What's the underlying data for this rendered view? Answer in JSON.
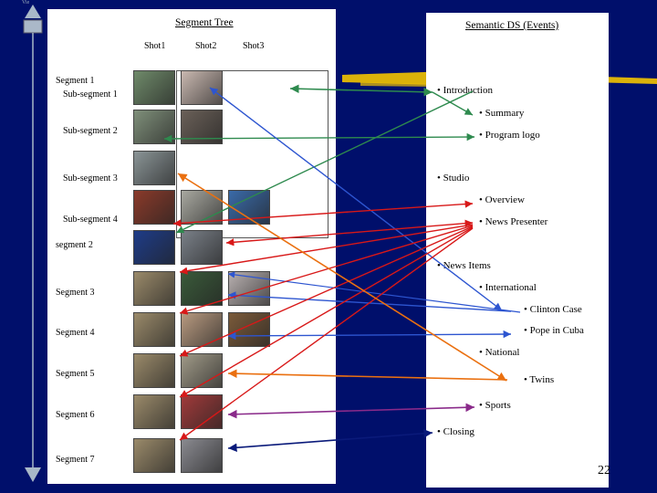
{
  "top_label": "Vie",
  "page_number": "22",
  "segment_tree": {
    "title": "Segment Tree",
    "shot_headers": [
      "Shot1",
      "Shot2",
      "Shot3"
    ],
    "rows": [
      {
        "label": "Segment 1",
        "indent": false
      },
      {
        "label": "Sub-segment 1",
        "indent": true
      },
      {
        "label": "Sub-segment 2",
        "indent": true
      },
      {
        "label": "Sub-segment 3",
        "indent": true
      },
      {
        "label": "Sub-segment 4",
        "indent": true
      },
      {
        "label": "segment 2",
        "indent": false
      },
      {
        "label": "Segment 3",
        "indent": false
      },
      {
        "label": "Segment 4",
        "indent": false
      },
      {
        "label": "Segment 5",
        "indent": false
      },
      {
        "label": "Segment 6",
        "indent": false
      },
      {
        "label": "Segment 7",
        "indent": false
      }
    ]
  },
  "semantic_ds": {
    "title": "Semantic DS (Events)",
    "events": [
      {
        "text": "• Introduction"
      },
      {
        "text": "• Summary"
      },
      {
        "text": "• Program logo"
      },
      {
        "text": "• Studio"
      },
      {
        "text": "• Overview"
      },
      {
        "text": "• News Presenter"
      },
      {
        "text": "• News Items"
      },
      {
        "text": "• International"
      },
      {
        "text": "• Clinton Case"
      },
      {
        "text": "• Pope in Cuba"
      },
      {
        "text": "• National"
      },
      {
        "text": "• Twins"
      },
      {
        "text": "• Sports"
      },
      {
        "text": "• Closing"
      }
    ]
  },
  "thumbnails": [
    {
      "name": "thumb-seg1-shot1",
      "color": "#6f8a6a"
    },
    {
      "name": "thumb-seg1-shot2",
      "color": "#c9b8b0"
    },
    {
      "name": "thumb-sub2-shot1",
      "color": "#7f8f7a"
    },
    {
      "name": "thumb-sub2-shot2",
      "color": "#6a6058"
    },
    {
      "name": "thumb-sub3-shot1",
      "color": "#8a9496"
    },
    {
      "name": "thumb-sub4-shot1",
      "color": "#8a3a2a"
    },
    {
      "name": "thumb-sub4-shot2",
      "color": "#a8a8a0"
    },
    {
      "name": "thumb-sub4-shot3",
      "color": "#3a6aa8"
    },
    {
      "name": "thumb-seg2-shot1",
      "color": "#1e3c88"
    },
    {
      "name": "thumb-seg2-shot2",
      "color": "#7a8088"
    },
    {
      "name": "thumb-seg3-shot1",
      "color": "#9a8a6a"
    },
    {
      "name": "thumb-seg3-shot2",
      "color": "#3a5a3a"
    },
    {
      "name": "thumb-seg3-shot3",
      "color": "#b8b0b0"
    },
    {
      "name": "thumb-seg4-shot1",
      "color": "#9a8a6a"
    },
    {
      "name": "thumb-seg4-shot2",
      "color": "#b89a80"
    },
    {
      "name": "thumb-seg4-shot3",
      "color": "#7a5a3a"
    },
    {
      "name": "thumb-seg5-shot1",
      "color": "#9a8a6a"
    },
    {
      "name": "thumb-seg5-shot2",
      "color": "#a09a88"
    },
    {
      "name": "thumb-seg6-shot1",
      "color": "#9a8a6a"
    },
    {
      "name": "thumb-seg6-shot2",
      "color": "#a03a3a"
    },
    {
      "name": "thumb-seg7-shot1",
      "color": "#9a8a6a"
    },
    {
      "name": "thumb-seg7-shot2",
      "color": "#8a8a90"
    }
  ],
  "arrow_colors": {
    "green": "#2e8a4e",
    "blue": "#2d55d0",
    "red": "#d81818",
    "orange": "#ea7010",
    "purple": "#8a2a8a",
    "navy": "#0a1a7a",
    "highlight": "#f3c400"
  }
}
